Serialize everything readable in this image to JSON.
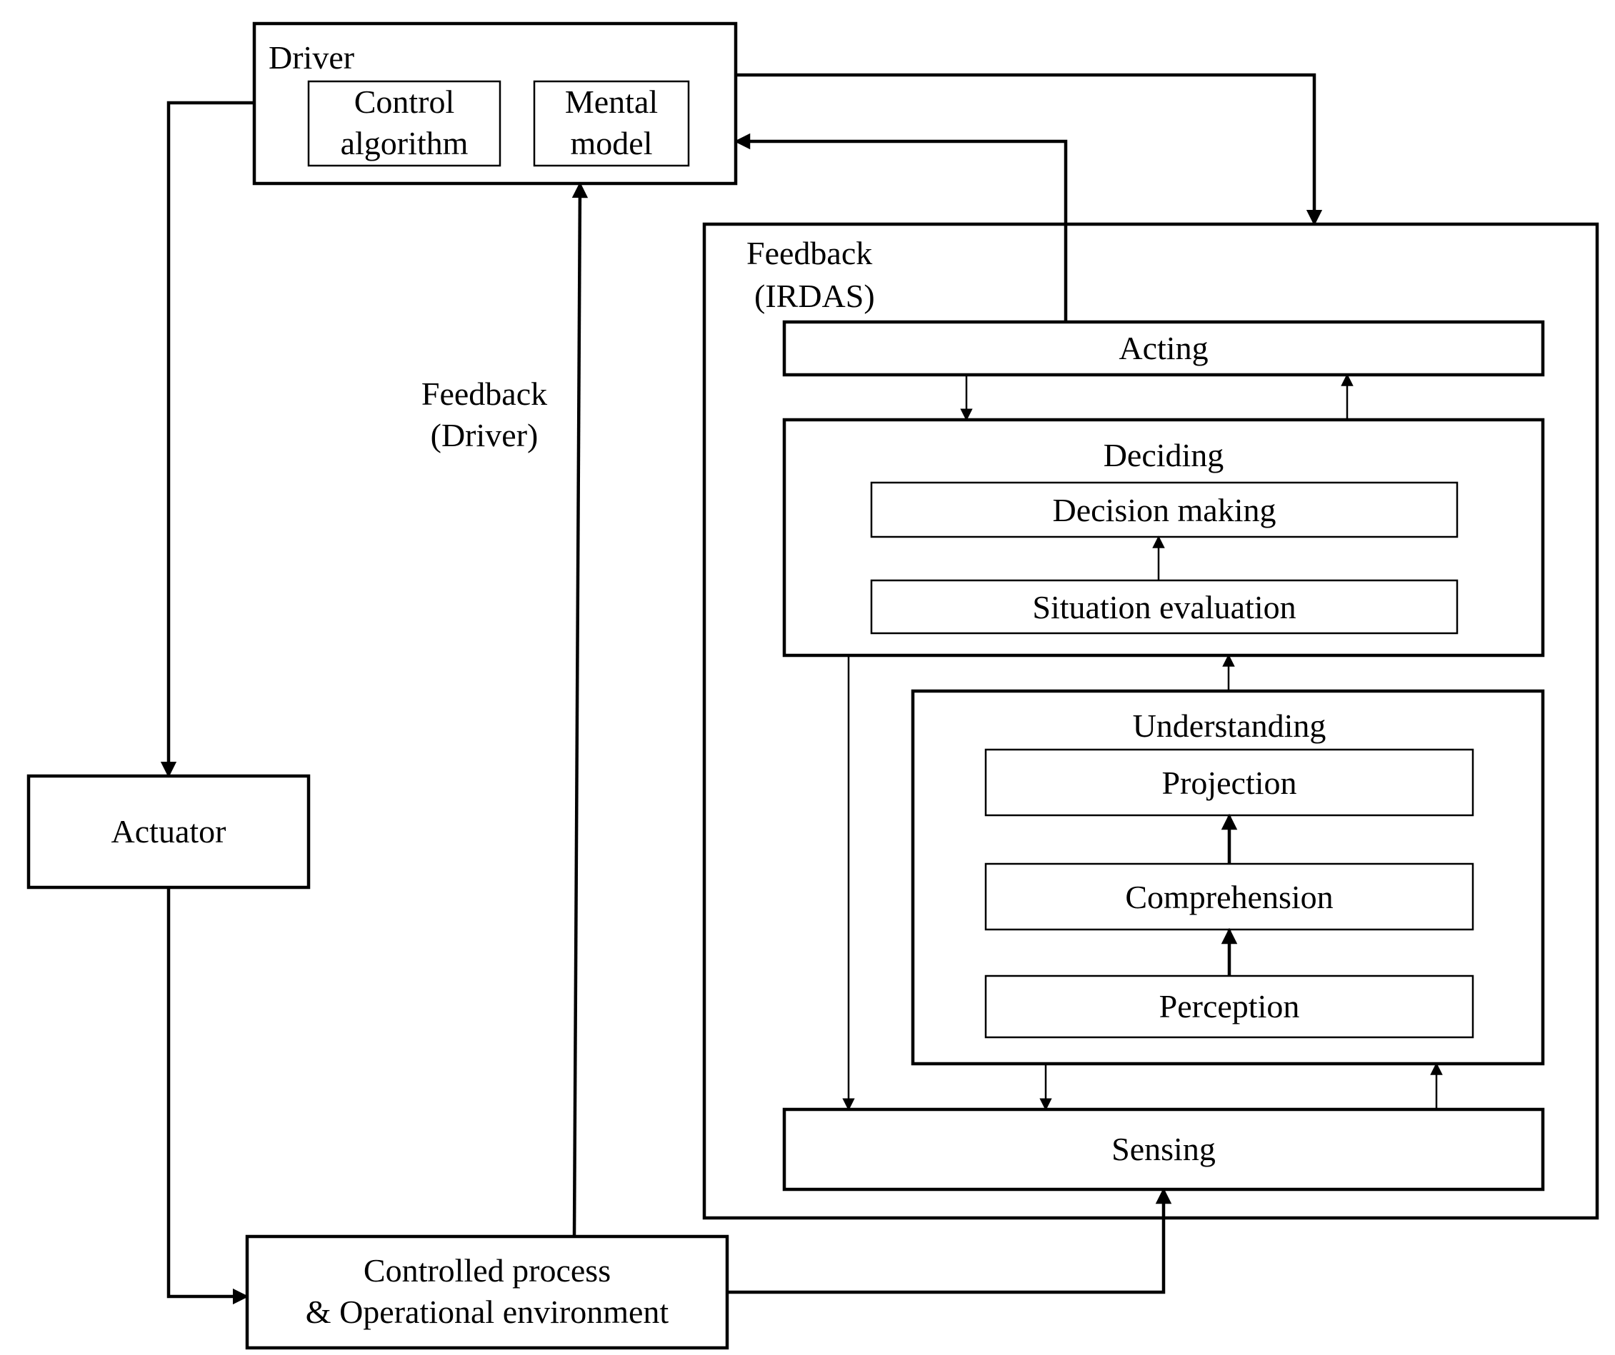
{
  "driver": {
    "title": "Driver",
    "control_algorithm": [
      "Control",
      "algorithm"
    ],
    "mental_model": [
      "Mental",
      "model"
    ]
  },
  "actuator": "Actuator",
  "controlled_process": [
    "Controlled process",
    "& Operational environment"
  ],
  "feedback_driver": [
    "Feedback",
    "(Driver)"
  ],
  "feedback_irdas": [
    "Feedback",
    "(IRDAS)"
  ],
  "acting": "Acting",
  "deciding": {
    "title": "Deciding",
    "decision_making": "Decision making",
    "situation_evaluation": "Situation evaluation"
  },
  "understanding": {
    "title": "Understanding",
    "projection": "Projection",
    "comprehension": "Comprehension",
    "perception": "Perception"
  },
  "sensing": "Sensing",
  "colors": {
    "stroke": "#000000",
    "background": "#ffffff"
  }
}
